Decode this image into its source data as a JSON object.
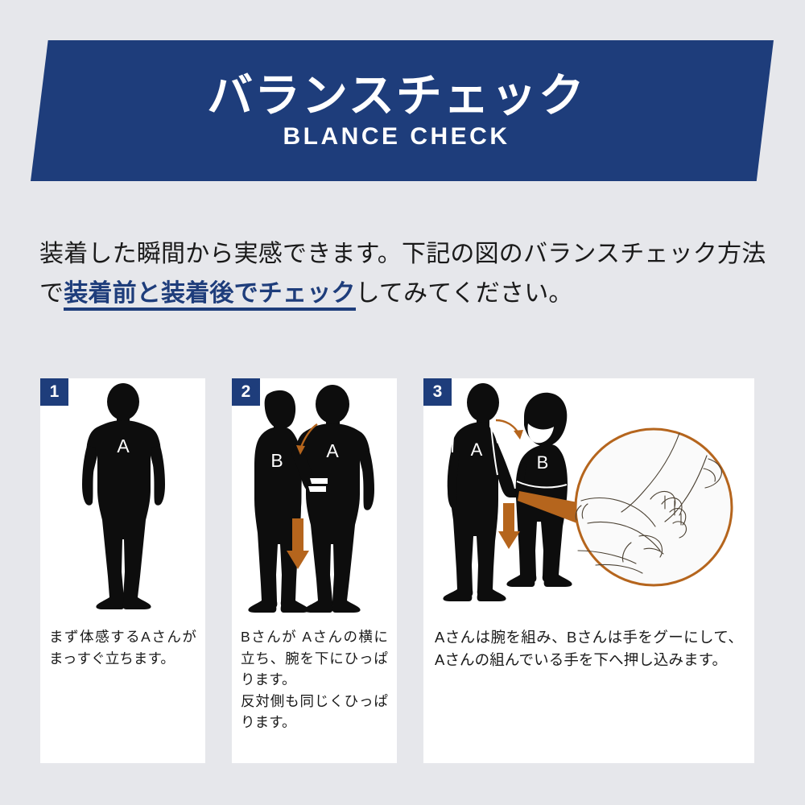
{
  "page": {
    "background_color": "#e6e7eb",
    "accent_blue": "#1e3d7b",
    "accent_orange": "#b5651d",
    "silhouette_color": "#0d0d0d"
  },
  "header": {
    "title_ja": "バランスチェック",
    "subtitle_en": "BLANCE CHECK",
    "background_color": "#1e3d7b",
    "text_color": "#ffffff"
  },
  "lead": {
    "text_before": "装着した瞬間から実感できます。下記の図のバランスチェック方法で",
    "emphasis": "装着前と装着後でチェック",
    "text_after": "してみてください。",
    "emphasis_color": "#1e3d7b"
  },
  "cards": [
    {
      "badge": "1",
      "caption": "まず体感するAさんがまっすぐ立ちます。",
      "figure": {
        "name": "single-standing-person-silhouette",
        "labels": [
          "A"
        ]
      }
    },
    {
      "badge": "2",
      "caption": "Bさんが Aさんの横に立ち、腕を下にひっぱります。\n反対側も同じくひっぱります。",
      "figure": {
        "name": "two-people-arm-pull-silhouette",
        "labels": [
          "B",
          "A"
        ],
        "arrows": [
          "curved-arrow",
          "down-arrow"
        ]
      }
    },
    {
      "badge": "3",
      "caption": "Aさんは腕を組み、Bさんは手をグーにして、Aさんの組んでいる手を下へ押し込みます。",
      "figure": {
        "name": "two-people-press-hands-silhouette-with-magnifier",
        "labels": [
          "A",
          "B"
        ],
        "arrows": [
          "curved-arrow",
          "down-arrow"
        ],
        "inset": "magnified-hands-illustration"
      }
    }
  ]
}
